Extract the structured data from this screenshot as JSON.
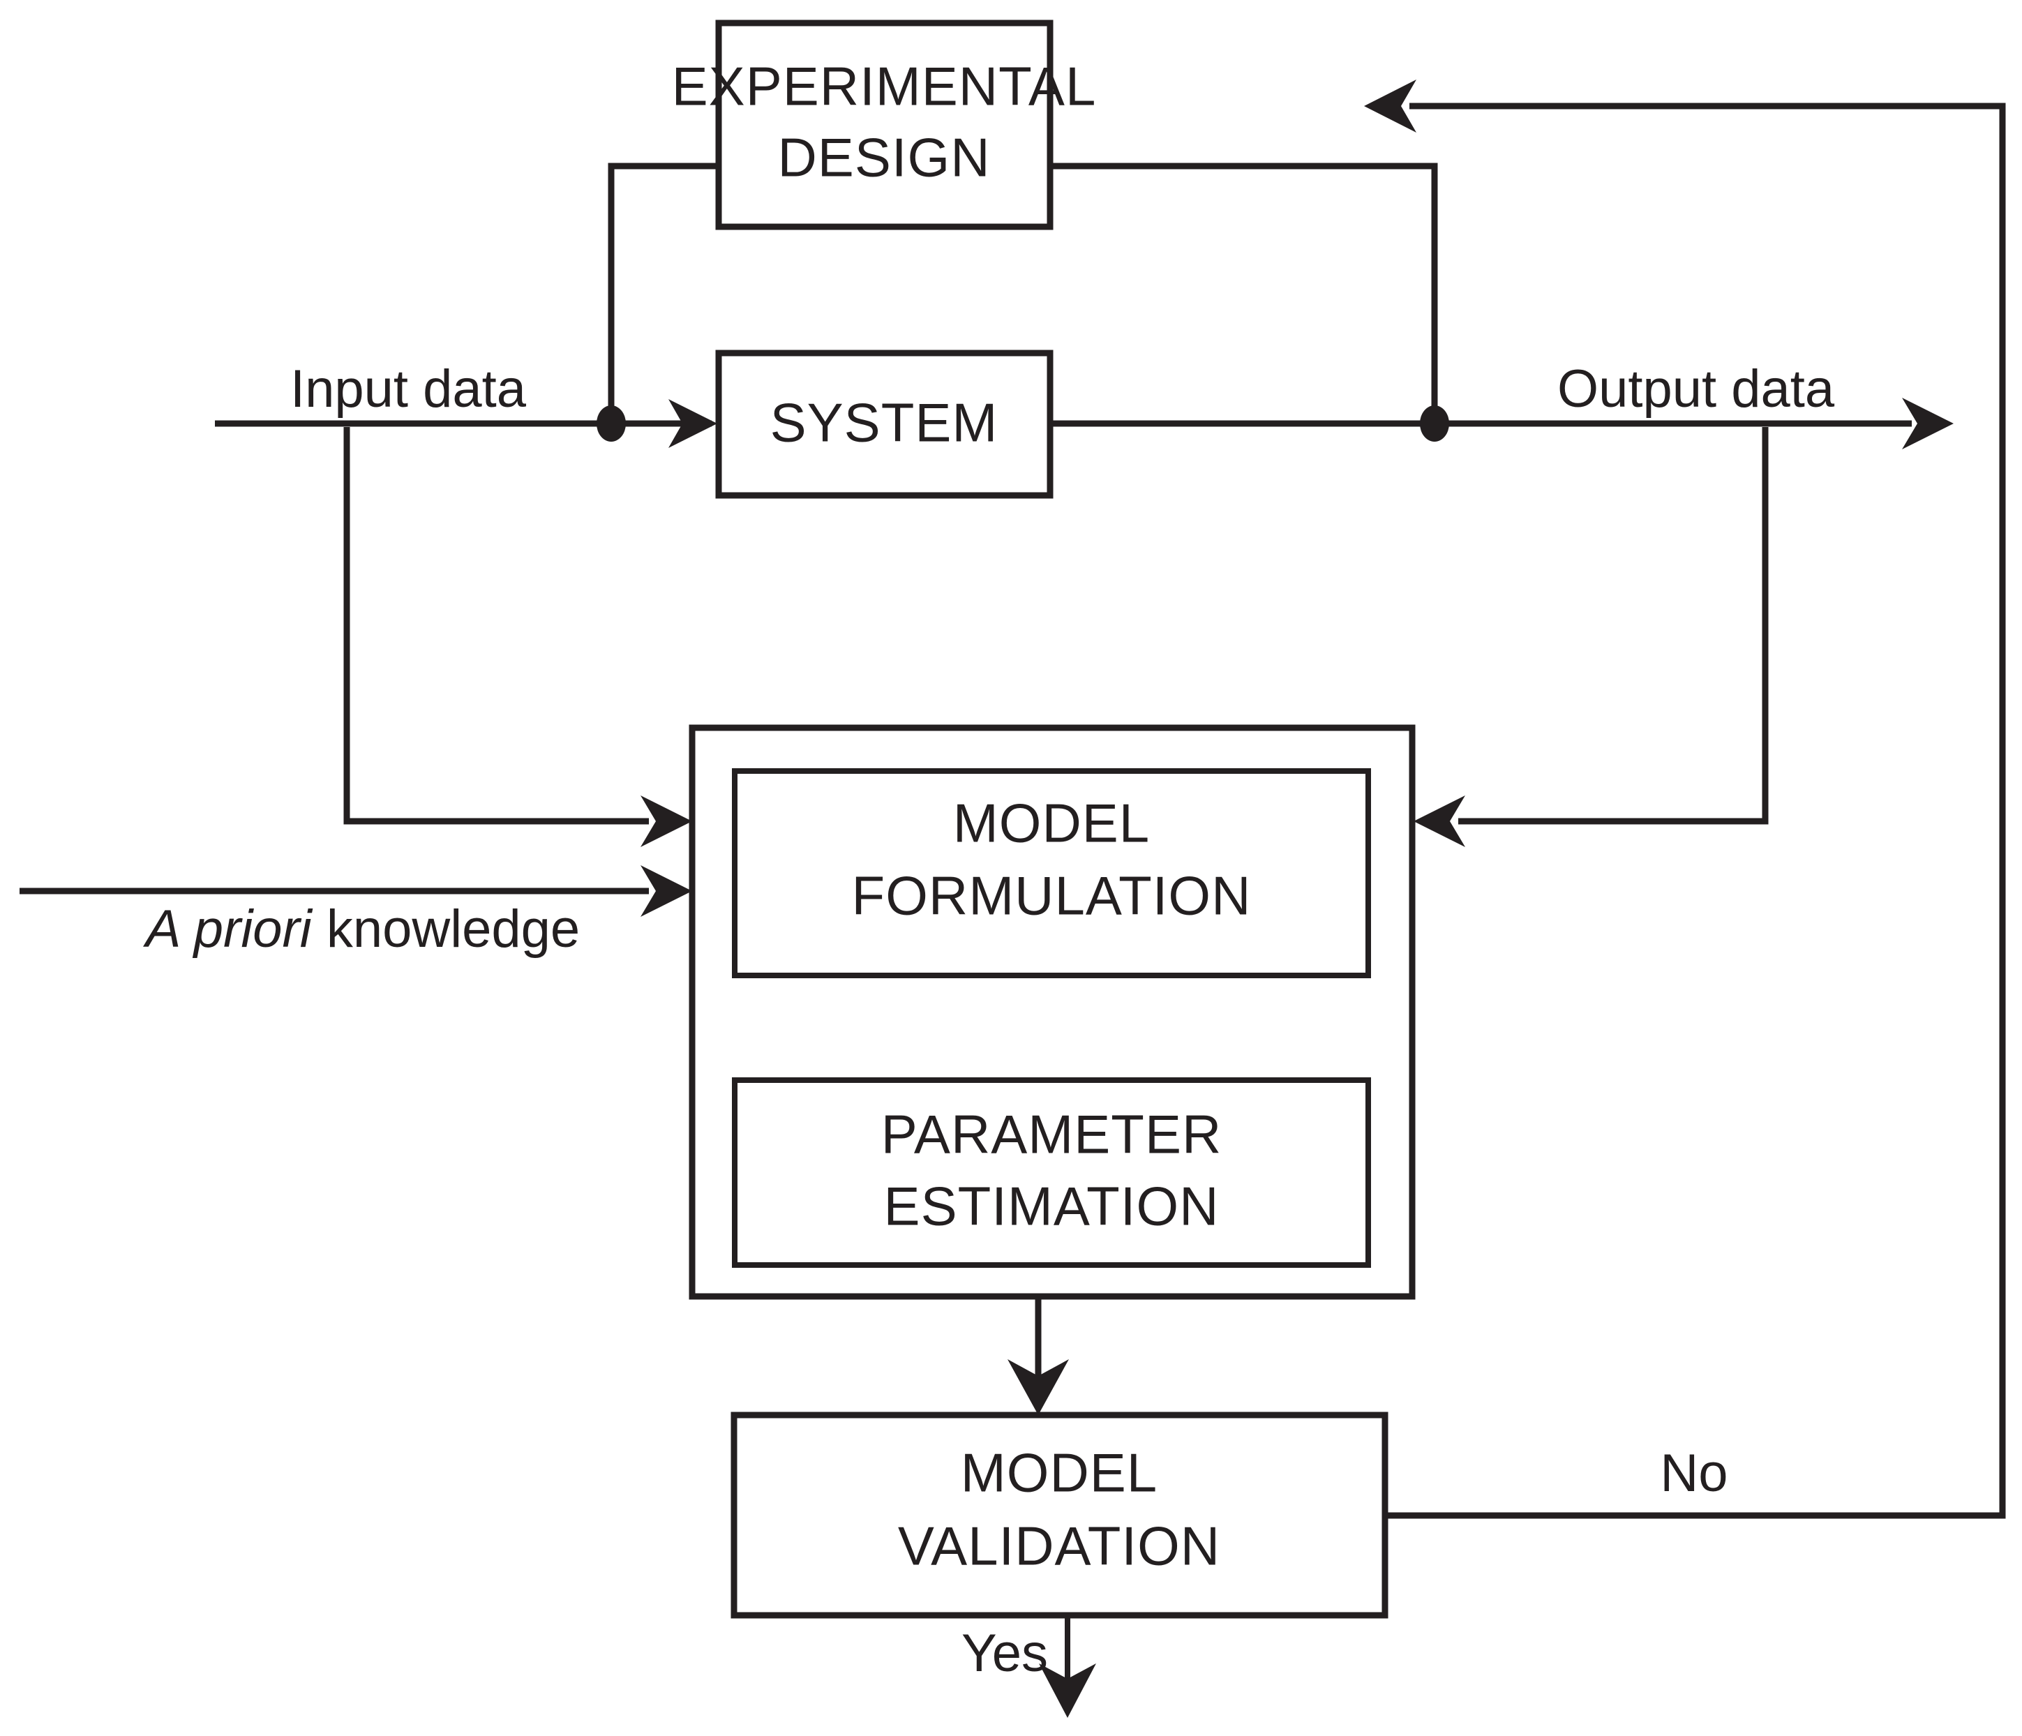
{
  "diagram": {
    "title": "System identification / modelling cycle flowchart",
    "stroke_color": "#231f20",
    "background_color": "#ffffff",
    "nodes": {
      "experimental_design": {
        "line1": "EXPERIMENTAL",
        "line2": "DESIGN"
      },
      "system": {
        "line1": "SYSTEM"
      },
      "model_formulation": {
        "line1": "MODEL",
        "line2": "FORMULATION"
      },
      "parameter_estimation": {
        "line1": "PARAMETER",
        "line2": "ESTIMATION"
      },
      "model_validation": {
        "line1": "MODEL",
        "line2": "VALIDATION"
      }
    },
    "edge_labels": {
      "input_data": "Input data",
      "output_data": "Output data",
      "a_priori_italic": "A priori",
      "a_priori_rest": " knowledge",
      "no": "No",
      "yes": "Yes"
    }
  }
}
